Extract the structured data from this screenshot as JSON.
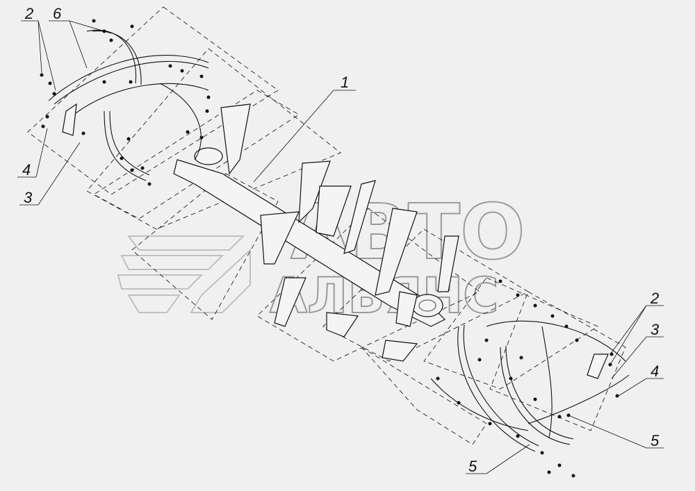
{
  "callouts": {
    "c1": "1",
    "c2_left": "2",
    "c3_left": "3",
    "c4_left": "4",
    "c6": "6",
    "c2_right": "2",
    "c3_right": "3",
    "c4_right": "4",
    "c5_right": "5",
    "c5_bottom": "5"
  },
  "watermark": {
    "line1": "АВТО",
    "line2": "АЛЬЯНС"
  },
  "colors": {
    "background": "#f0f0f0",
    "lines": "#111111",
    "watermark": "#9a9a9a"
  }
}
